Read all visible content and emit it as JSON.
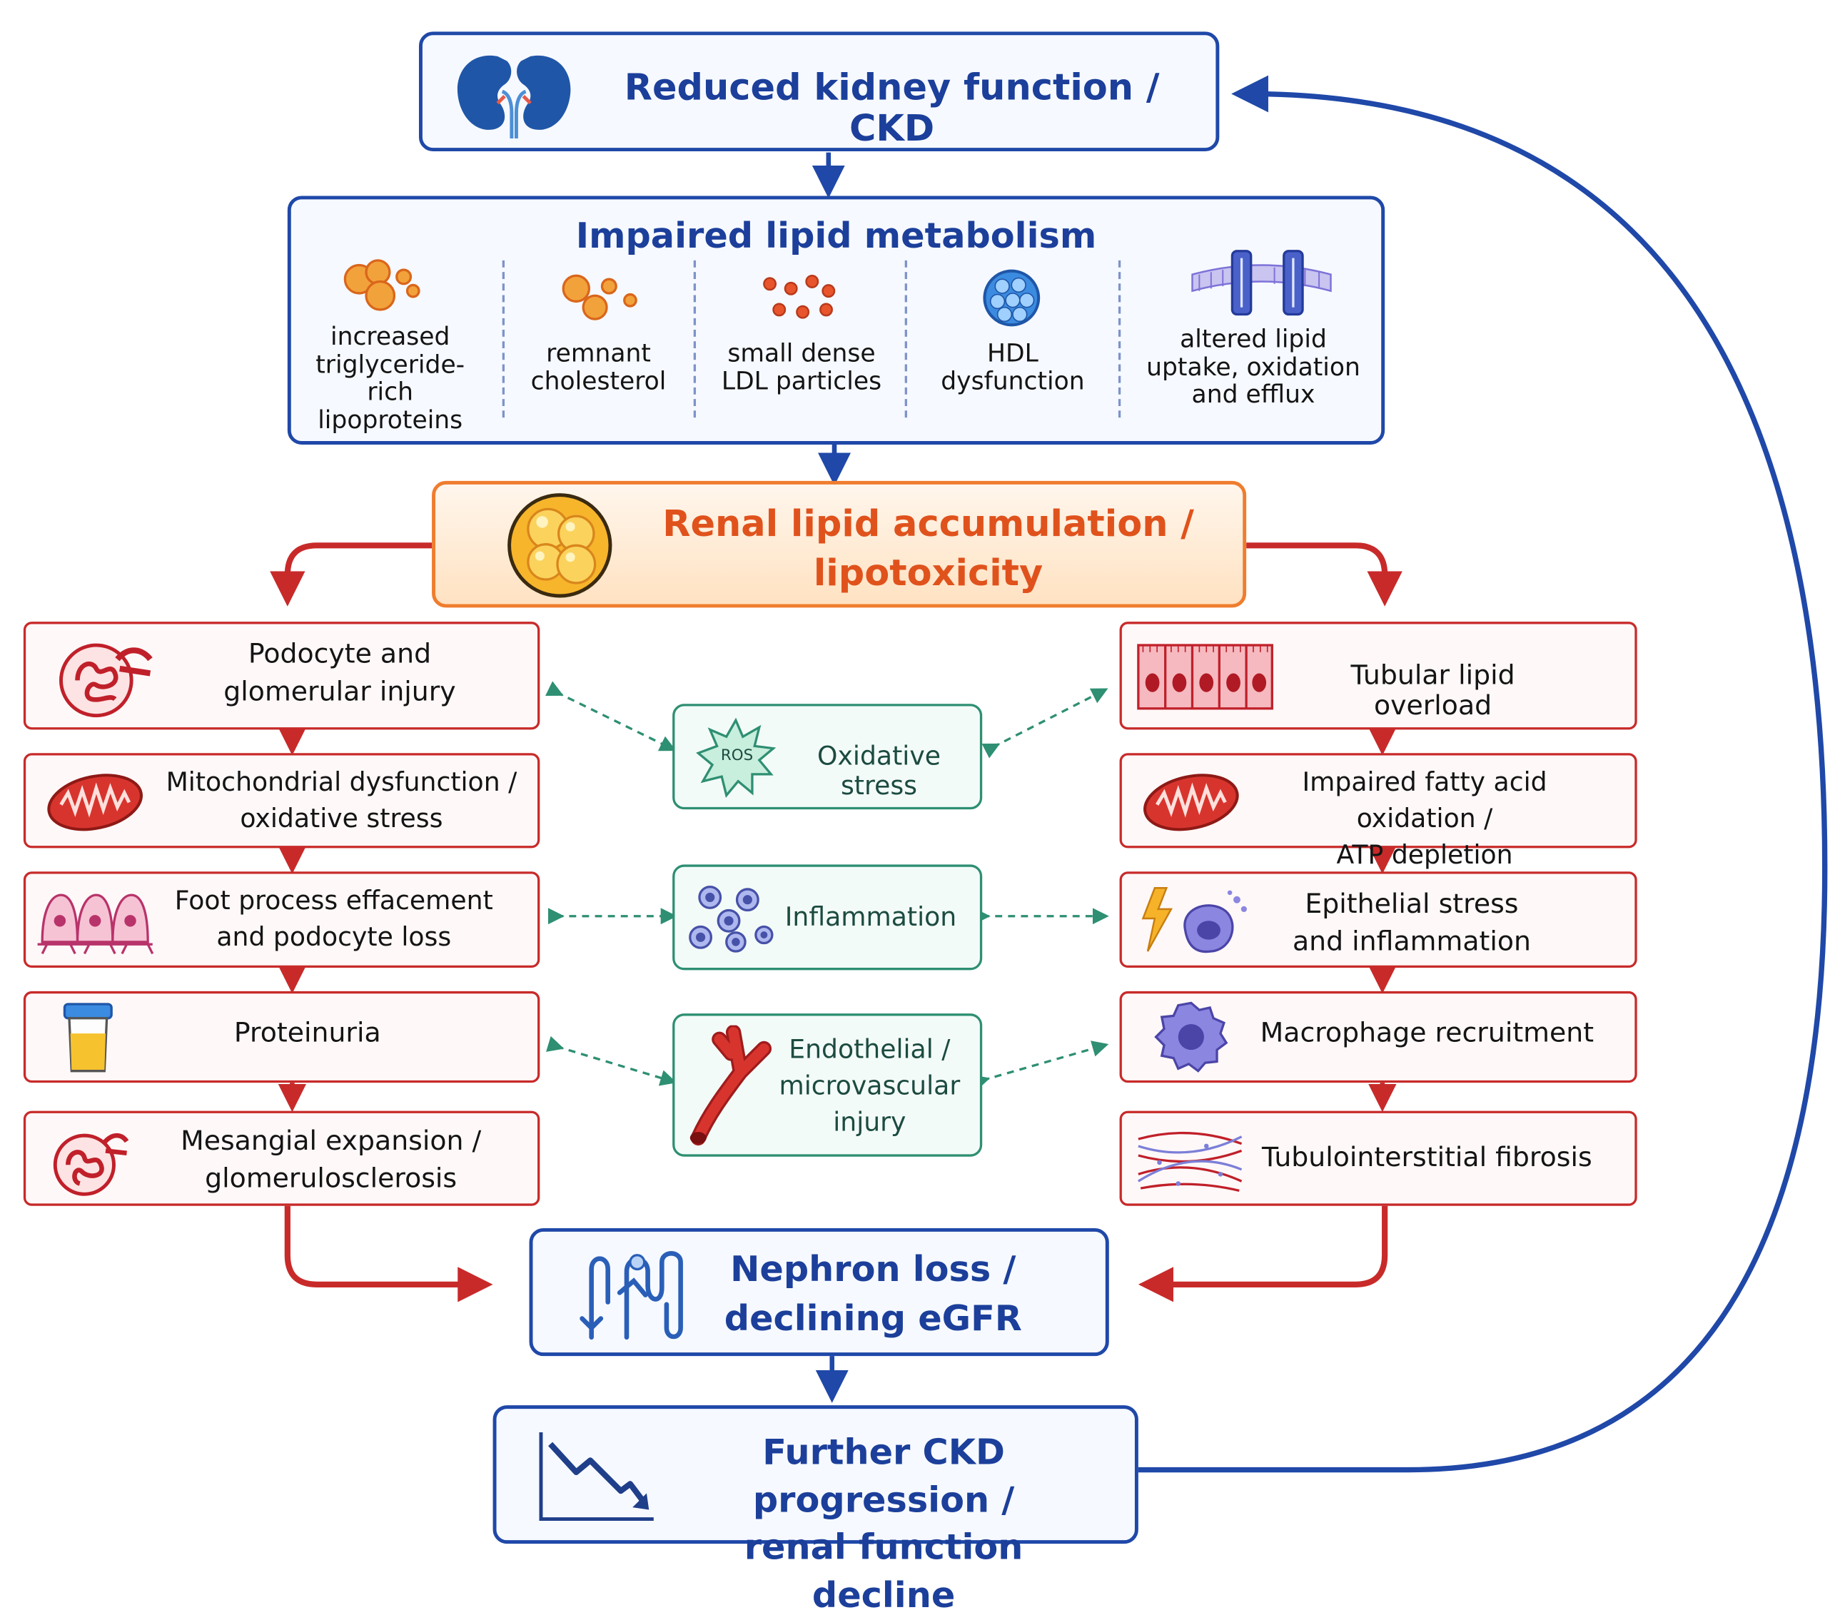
{
  "top": {
    "title": "Reduced kidney function / CKD"
  },
  "lipid_metabolism": {
    "title": "Impaired lipid metabolism",
    "items": [
      {
        "label": [
          "increased",
          "triglyceride-rich",
          "lipoproteins"
        ],
        "icon": "lipoprotein-cluster-icon"
      },
      {
        "label": [
          "remnant",
          "cholesterol"
        ],
        "icon": "remnant-particles-icon"
      },
      {
        "label": [
          "small dense",
          "LDL particles"
        ],
        "icon": "ldl-particles-icon"
      },
      {
        "label": [
          "HDL",
          "dysfunction"
        ],
        "icon": "hdl-particle-icon"
      },
      {
        "label": [
          "altered lipid",
          "uptake, oxidation",
          "and efflux"
        ],
        "icon": "membrane-transporter-icon"
      }
    ]
  },
  "accumulation": {
    "line1": "Renal lipid accumulation /",
    "line2": "lipotoxicity",
    "icon": "lipid-droplet-icon"
  },
  "glomerular": [
    {
      "line1": "Podocyte and",
      "line2": "glomerular injury",
      "icon": "glomerulus-icon"
    },
    {
      "line1": "Mitochondrial dysfunction /",
      "line2": "oxidative stress",
      "icon": "mitochondrion-icon"
    },
    {
      "line1": "Foot process effacement",
      "line2": "and podocyte loss",
      "icon": "podocyte-icon"
    },
    {
      "line1": "Proteinuria",
      "line2": "",
      "icon": "urine-cup-icon"
    },
    {
      "line1": "Mesangial expansion /",
      "line2": "glomerulosclerosis",
      "icon": "sclerotic-glomerulus-icon"
    }
  ],
  "tubular": [
    {
      "line1": "Tubular lipid overload",
      "line2": "",
      "icon": "tubular-cells-icon"
    },
    {
      "line1": "Impaired fatty acid oxidation /",
      "line2": "ATP depletion",
      "icon": "mitochondrion-icon"
    },
    {
      "line1": "Epithelial stress",
      "line2": "and inflammation",
      "icon": "stressed-cell-icon"
    },
    {
      "line1": "Macrophage recruitment",
      "line2": "",
      "icon": "macrophage-icon"
    },
    {
      "line1": "Tubulointerstitial fibrosis",
      "line2": "",
      "icon": "fibrosis-icon"
    }
  ],
  "mediators": [
    {
      "lines": [
        "Oxidative stress"
      ],
      "icon": "ros-burst-icon",
      "icon_label": "ROS"
    },
    {
      "lines": [
        "Inflammation"
      ],
      "icon": "immune-cells-icon"
    },
    {
      "lines": [
        "Endothelial /",
        "microvascular",
        "injury"
      ],
      "icon": "blood-vessel-icon"
    }
  ],
  "nephron": {
    "line1": "Nephron loss /",
    "line2": "declining eGFR",
    "icon": "nephron-icon"
  },
  "progression": {
    "line1": "Further CKD progression /",
    "line2": "renal function decline",
    "icon": "declining-trend-icon"
  },
  "colors": {
    "blue": "#1f48a8",
    "red": "#c82a2a",
    "green": "#2e8f72",
    "orange": "#ef7d2e",
    "lipid": "#f2a23a"
  }
}
